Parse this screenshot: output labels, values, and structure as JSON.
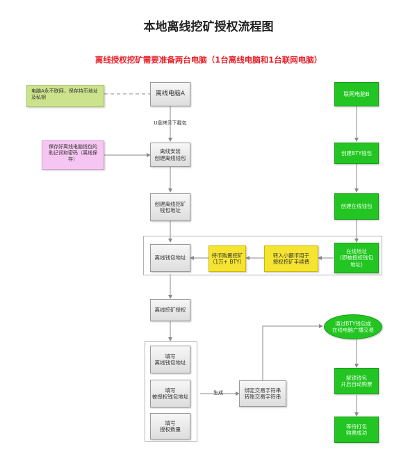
{
  "title": "本地离线挖矿授权流程图",
  "subtitle": "离线授权挖矿需要准备两台电脑（1台离线电脑和1台联网电脑）",
  "notes": {
    "offline_pc_note": "电脑A永不联网，保存持币地址及私钥",
    "keystore_note": "保存好离线电脑钱包的助记词和密码（离线保存）"
  },
  "nodes": {
    "offline_pc": "离线电脑A",
    "online_pc": "联网电脑B",
    "install_wallet": "离线安装\n创建离线钱包",
    "create_mining_wallet": "创建离线挖矿\n钱包地址",
    "offline_wallet_address": "离线钱包地址",
    "buy_coins": "持币购置挖矿\n（1万+ BTY）",
    "transfer_fee": "转入小额币用于\n授权挖矿手续费",
    "online_wallet_address": "在线地址\n(即被授权钱包\n地址)",
    "create_bty_wallet": "创建BTY钱包",
    "create_online_wallet": "创建在线钱包",
    "offline_mining_auth": "离线挖矿授权",
    "fill_offline_address": "填写\n离线钱包地址",
    "fill_authorized_address": "填写\n被授权钱包地址",
    "fill_auth_amount": "填写\n授权数量",
    "signed_tx": "绑定交易字符串\n转账交易字符串",
    "online_broadcast": "通过BTY钱包或\n在线电脑广播交易",
    "broadcast_done": "解锁钱包\n开启自动购票",
    "mining_success": "等待打包\n购票成功"
  },
  "edge_labels": {
    "usb_copy": "U盘拷贝下载包",
    "generate": "生成"
  },
  "colors": {
    "offline_fill": "#e4e4e4",
    "online_fill": "#22c521",
    "highlight_fill": "#f5e432",
    "title_red": "#e8202a"
  }
}
